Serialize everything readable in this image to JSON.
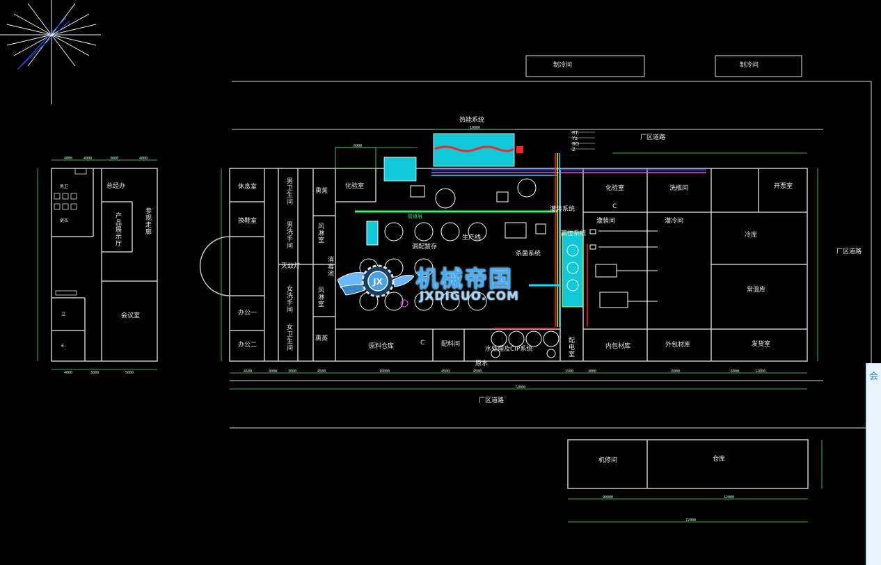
{
  "labels": {
    "top_left_room": "制冷间",
    "top_right_room": "制冷间",
    "factory_road_top": "厂区道路",
    "factory_road_bottom": "厂区道路",
    "factory_road_right": "厂区道路",
    "heat_system": "热能系统",
    "general_office": "总经办",
    "product_hall": "产品展示厅",
    "visit_corridor": "参观走廊",
    "meeting_room": "会议室",
    "rest_room": "休息室",
    "changing_room": "换鞋室",
    "office_one": "办公一",
    "office_two": "办公二",
    "male_wc": "男卫生间",
    "male_shower": "男洗手间",
    "female_shower": "女洗手间",
    "female_wc": "女卫生间",
    "uv_lamp": "灭蚊灯",
    "fumigation_top": "熏蒸",
    "fumigation_bottom": "熏蒸",
    "air_shower_top": "风淋室",
    "air_shower_bottom": "风淋室",
    "disinfect_pool": "消毒池",
    "lab_left": "化验室",
    "lab_right": "化验室",
    "wash_room": "洗瓶间",
    "pump_room": "开票室",
    "filling_room_a": "灌装间",
    "filling_room_b": "灌冷间",
    "cold_storage": "冷库",
    "normal_storage": "常温库",
    "inner_pack": "内包材库",
    "outer_pack": "外包材库",
    "shipping": "发货室",
    "raw_material": "原料仓库",
    "batching_room": "配料间",
    "water_cip": "水处理及CIP系统",
    "raw_water": "原水",
    "power_room": "配电室",
    "mix_store": "调配暂存",
    "sterilize_system": "杀菌系统",
    "filling_system": "灌装系统",
    "high_system": "高位系统",
    "repair_room": "机修间",
    "warehouse": "仓库",
    "production_label": "生产线",
    "pipe_label": "管道层",
    "c_mark_1": "C",
    "c_mark_2": "C",
    "legend_1": "RT.",
    "legend_2": "Ys",
    "legend_3": "BO",
    "legend_4": "Z",
    "mini_1": "男卫",
    "mini_2": "更衣",
    "mini_3": "卫",
    "mini_4": "6",
    "total_dim": "72000"
  },
  "dims": {
    "left_top": [
      "4000",
      "4000",
      "3000",
      "4000"
    ],
    "left_bottom": [
      "4000",
      "3000",
      "5000"
    ],
    "main_top": [
      "6000",
      "10000"
    ],
    "main_bottom": [
      "4500",
      "3000",
      "3000",
      "4500",
      "10000",
      "4500",
      "4500",
      "1500",
      "3000",
      "6000",
      "6000",
      "12000"
    ],
    "annex_bottom": [
      "90000",
      "12000"
    ],
    "annex_total": "72000"
  },
  "watermark": {
    "title": "机械帝国",
    "subtitle": "JXDIGUO.COM",
    "badge": "JX"
  },
  "side_panel": {
    "text": "会"
  },
  "colors": {
    "background": "#000000",
    "wall": "#c8c8c8",
    "dimension": "#3cf070",
    "accent_cyan": "#00e5ff",
    "accent_red": "#ff2020",
    "accent_magenta": "#ff40ff",
    "accent_yellow": "#ffee00"
  }
}
